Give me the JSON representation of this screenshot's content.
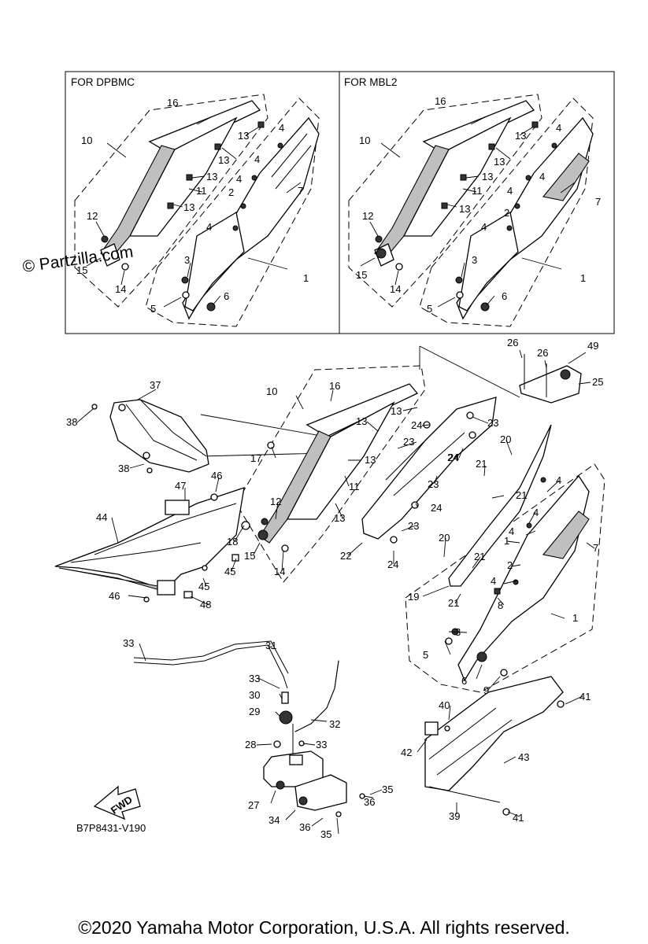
{
  "diagram_code": "B7P8431-V190",
  "watermark": "© Partzilla.com",
  "copyright": "©2020 Yamaha Motor Corporation, U.S.A. All rights reserved.",
  "fwd_label": "FWD",
  "inset_left": {
    "title": "FOR DPBMC",
    "callouts": [
      "16",
      "10",
      "13",
      "13",
      "4",
      "13",
      "4",
      "11",
      "4",
      "7",
      "13",
      "2",
      "12",
      "4",
      "15",
      "3",
      "1",
      "14",
      "5",
      "6"
    ]
  },
  "inset_right": {
    "title": "FOR MBL2",
    "callouts": [
      "16",
      "10",
      "13",
      "13",
      "4",
      "13",
      "4",
      "11",
      "4",
      "7",
      "13",
      "2",
      "12",
      "4",
      "15",
      "3",
      "1",
      "14",
      "5",
      "6"
    ]
  },
  "main_callouts": [
    "26",
    "26",
    "49",
    "25",
    "37",
    "16",
    "10",
    "38",
    "13",
    "23",
    "24",
    "13",
    "23",
    "24",
    "17",
    "13",
    "20",
    "24",
    "38",
    "21",
    "11",
    "23",
    "4",
    "47",
    "46",
    "21",
    "12",
    "13",
    "24",
    "44",
    "18",
    "15",
    "23",
    "4",
    "20",
    "22",
    "14",
    "24",
    "4",
    "45",
    "1",
    "45",
    "7",
    "2",
    "21",
    "19",
    "21",
    "4",
    "8",
    "46",
    "48",
    "1",
    "3",
    "33",
    "31",
    "5",
    "6",
    "9",
    "41",
    "33",
    "30",
    "29",
    "32",
    "40",
    "28",
    "33",
    "42",
    "43",
    "36",
    "35",
    "27",
    "39",
    "34",
    "36",
    "41",
    "35"
  ]
}
